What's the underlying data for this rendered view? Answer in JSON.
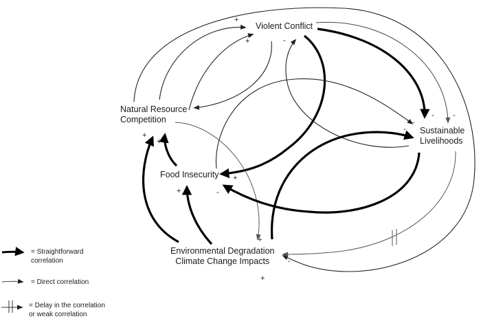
{
  "nodes": {
    "violent_conflict": "Violent Conflict",
    "natural_resource_competition": [
      "Natural Resource",
      "Competition"
    ],
    "sustainable_livelihoods": [
      "Sustainable",
      "Livelihoods"
    ],
    "food_insecurity": "Food Insecurity",
    "environmental_degradation": [
      "Environmental Degradation",
      "Climate Change Impacts"
    ]
  },
  "edges": [
    {
      "from": "natural_resource_competition",
      "to": "violent_conflict",
      "type": "direct",
      "sign": "+"
    },
    {
      "from": "food_insecurity",
      "to": "violent_conflict",
      "type": "direct",
      "sign": "+"
    },
    {
      "from": "violent_conflict",
      "to": "natural_resource_competition",
      "type": "direct",
      "sign": ""
    },
    {
      "from": "sustainable_livelihoods",
      "to": "violent_conflict",
      "type": "direct",
      "sign": "-"
    },
    {
      "from": "violent_conflict",
      "to": "sustainable_livelihoods",
      "type": "straightforward",
      "sign": "-"
    },
    {
      "from": "violent_conflict",
      "to": "sustainable_livelihoods",
      "type": "direct",
      "sign": "-"
    },
    {
      "from": "violent_conflict",
      "to": "food_insecurity",
      "type": "straightforward",
      "sign": "+"
    },
    {
      "from": "natural_resource_competition",
      "to": "sustainable_livelihoods",
      "type": "direct",
      "sign": "-"
    },
    {
      "from": "food_insecurity",
      "to": "sustainable_livelihoods",
      "type": "direct",
      "sign": "-"
    },
    {
      "from": "environmental_degradation",
      "to": "sustainable_livelihoods",
      "type": "straightforward",
      "sign": "-"
    },
    {
      "from": "sustainable_livelihoods",
      "to": "food_insecurity",
      "type": "straightforward",
      "sign": "-"
    },
    {
      "from": "environmental_degradation",
      "to": "natural_resource_competition",
      "type": "straightforward",
      "sign": "+"
    },
    {
      "from": "food_insecurity",
      "to": "natural_resource_competition",
      "type": "straightforward",
      "sign": "+"
    },
    {
      "from": "environmental_degradation",
      "to": "food_insecurity",
      "type": "straightforward",
      "sign": "+"
    },
    {
      "from": "natural_resource_competition",
      "to": "environmental_degradation",
      "type": "direct",
      "sign": "+"
    },
    {
      "from": "sustainable_livelihoods",
      "to": "environmental_degradation",
      "type": "delay",
      "sign": "-"
    },
    {
      "from": "natural_resource_competition",
      "to": "environmental_degradation",
      "type": "direct",
      "sign": "+"
    }
  ],
  "signs": {
    "nrc_to_vc": "+",
    "fi_to_vc": "+",
    "sl_to_vc": "-",
    "vc_to_sl_thick": "-",
    "vc_to_sl_thin": "-",
    "nrc_to_sl": "-",
    "fi_to_sl": "-",
    "vc_to_fi": "+",
    "sl_to_fi": "-",
    "ed_to_nrc": "+",
    "fi_to_nrc": "+",
    "ed_to_fi": "+",
    "nrc_to_ed": "+",
    "sl_to_ed": "-",
    "outer_to_ed": "+"
  },
  "legend": {
    "straightforward": [
      "= Straightforward",
      "correlation"
    ],
    "direct": "=  Direct correlation",
    "delay": [
      "= Delay in the correlation",
      "or weak correlation"
    ]
  }
}
